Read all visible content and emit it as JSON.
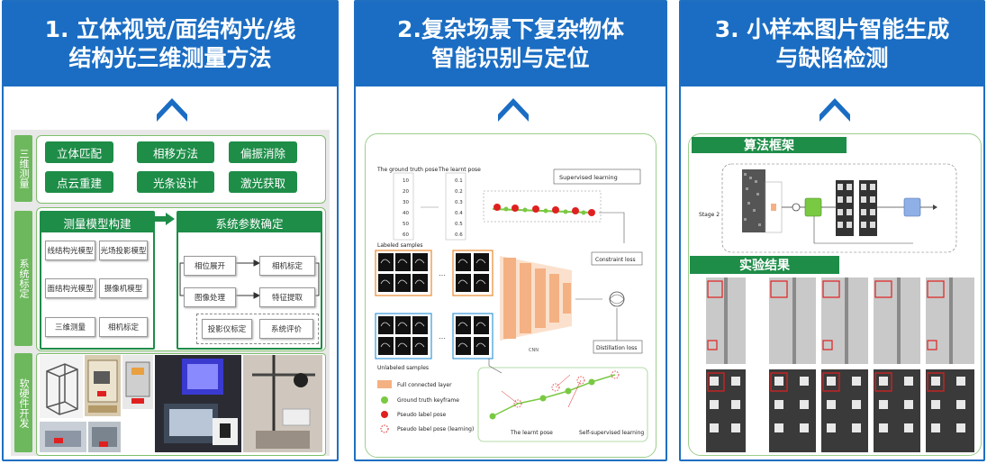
{
  "panels": [
    {
      "title_line1": "1. 立体视觉/面结构光/线",
      "title_line2": "结构光三维测量方法"
    },
    {
      "title_line1": "2.复杂场景下复杂物体",
      "title_line2": "智能识别与定位"
    },
    {
      "title_line1": "3. 小样本图片智能生成",
      "title_line2": "与缺陷检测"
    }
  ],
  "panel1": {
    "section_labels": [
      "三维测量",
      "系统标定",
      "软硬件开发"
    ],
    "methods": [
      "立体匹配",
      "相移方法",
      "偏振消除",
      "点云重建",
      "光条设计",
      "激光获取"
    ],
    "model_box_title": "测量模型构建",
    "model_items": [
      "线结构光模型",
      "光场投影模型",
      "面结构光模型",
      "摄像机模型",
      "三维测量",
      "相机标定"
    ],
    "param_box_title": "系统参数确定",
    "param_items": [
      "相位展开",
      "相机标定",
      "图像处理",
      "特征提取",
      "投影仪标定",
      "系统评价"
    ]
  },
  "panel2": {
    "left_header_a": "The ground truth pose",
    "left_header_b": "The learnt pose",
    "gt_values": [
      "10",
      "20",
      "30",
      "40",
      "50",
      "60"
    ],
    "learnt_values": [
      "0.1",
      "0.2",
      "0.3",
      "0.4",
      "0.5",
      "0.6"
    ],
    "labeled_samples": "Labeled samples",
    "unlabeled_samples": "Unlabeled samples",
    "supervised_label": "Supervised learning",
    "self_supervised_label": "Self-supervised learning",
    "constraint_label": "Constraint loss",
    "distillation_label": "Distillation loss",
    "learnt_pose_label": "The learnt pose",
    "network_label": "CNN",
    "legend": [
      "Full connected layer",
      "Ground truth keyframe",
      "Pseudo label pose",
      "Pseudo label pose (learning)"
    ],
    "colors": {
      "orange": "#f4b183",
      "green": "#7ac943",
      "red": "#e02020"
    }
  },
  "panel3": {
    "framework_label": "算法框架",
    "result_label": "实验结果",
    "stage_label": "Stage 2"
  },
  "colors": {
    "header_blue": "#1a6dc3",
    "green_dark": "#1e8d48",
    "green_light": "#6db85d"
  }
}
